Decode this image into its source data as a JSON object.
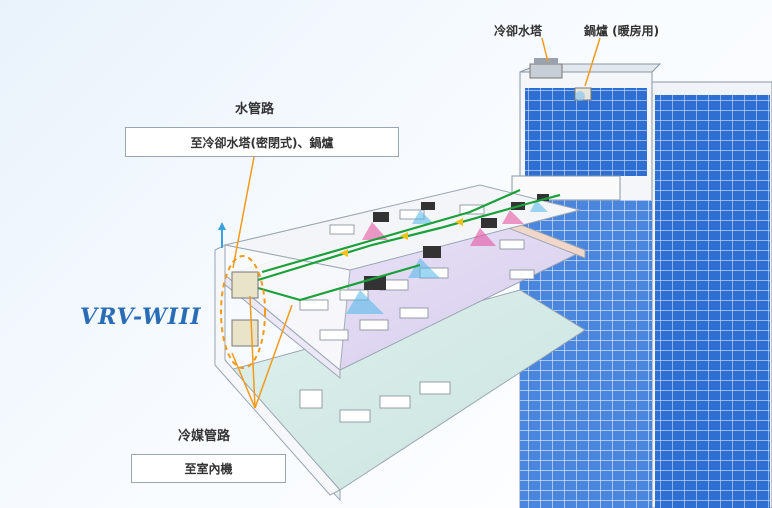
{
  "labels": {
    "cooling_tower": "冷卻水塔",
    "boiler": "鍋爐 (暖房用)",
    "water_pipe_title": "水管路",
    "water_pipe_box": "至冷卻水塔(密閉式)、鍋爐",
    "refrigerant_title": "冷媒管路",
    "refrigerant_box": "至室內機",
    "brand": "VRV-WIII"
  },
  "colors": {
    "glass": "#2f6fd1",
    "pipe_green": "#1aa13a",
    "leader_orange": "#f29a1a",
    "cool_air": "#4fb6ea",
    "warm_air": "#e4479b"
  }
}
